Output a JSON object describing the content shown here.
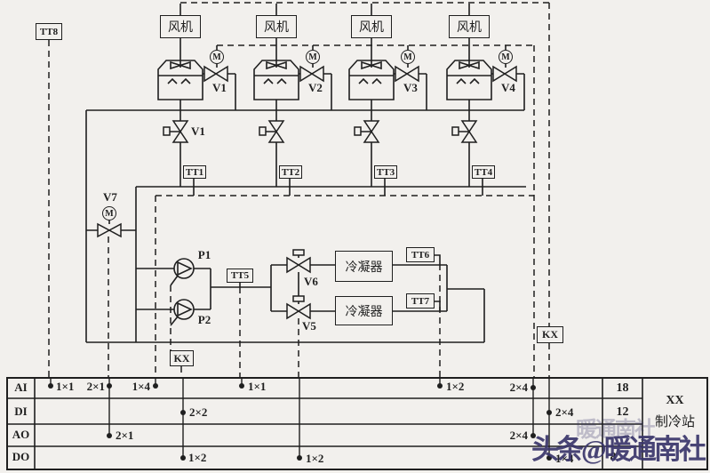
{
  "colors": {
    "background": "#f2f0ed",
    "line": "#1f1f1f",
    "watermark": "#3a366b"
  },
  "labels": {
    "outdoor_sensor": "TT8",
    "fan": "风机",
    "motor": "M",
    "tower_motor_valves": [
      "V1",
      "V2",
      "V3",
      "V4"
    ],
    "manual_valve": "V1",
    "tower_sensors": [
      "TT1",
      "TT2",
      "TT3",
      "TT4"
    ],
    "bypass_valve": "V7",
    "pump1": "P1",
    "pump2": "P2",
    "supply_sensor": "TT5",
    "branch_valve_top": "V6",
    "branch_valve_bottom": "V5",
    "condenser": "冷凝器",
    "condenser_sensor_top": "TT6",
    "condenser_sensor_bottom": "TT7",
    "kx_left": "KX",
    "kx_right": "KX"
  },
  "io_table": {
    "rows": [
      {
        "label": "AI",
        "count": "18"
      },
      {
        "label": "DI",
        "count": "12"
      },
      {
        "label": "AO",
        "count": ""
      },
      {
        "label": "DO",
        "count": "8"
      }
    ],
    "entries": {
      "ai": [
        "1×1",
        "2×1",
        "1×4",
        "1×1",
        "1×2",
        "2×4"
      ],
      "di": [
        "2×2",
        "2×4"
      ],
      "ao": [
        "2×1",
        "2×4"
      ],
      "dout": [
        "1×2",
        "1×2",
        "1×4"
      ]
    },
    "station_line1": "XX",
    "station_line2": "制冷站"
  },
  "watermark": {
    "main": "头条@暖通南社",
    "ghost": "暖通南社"
  }
}
